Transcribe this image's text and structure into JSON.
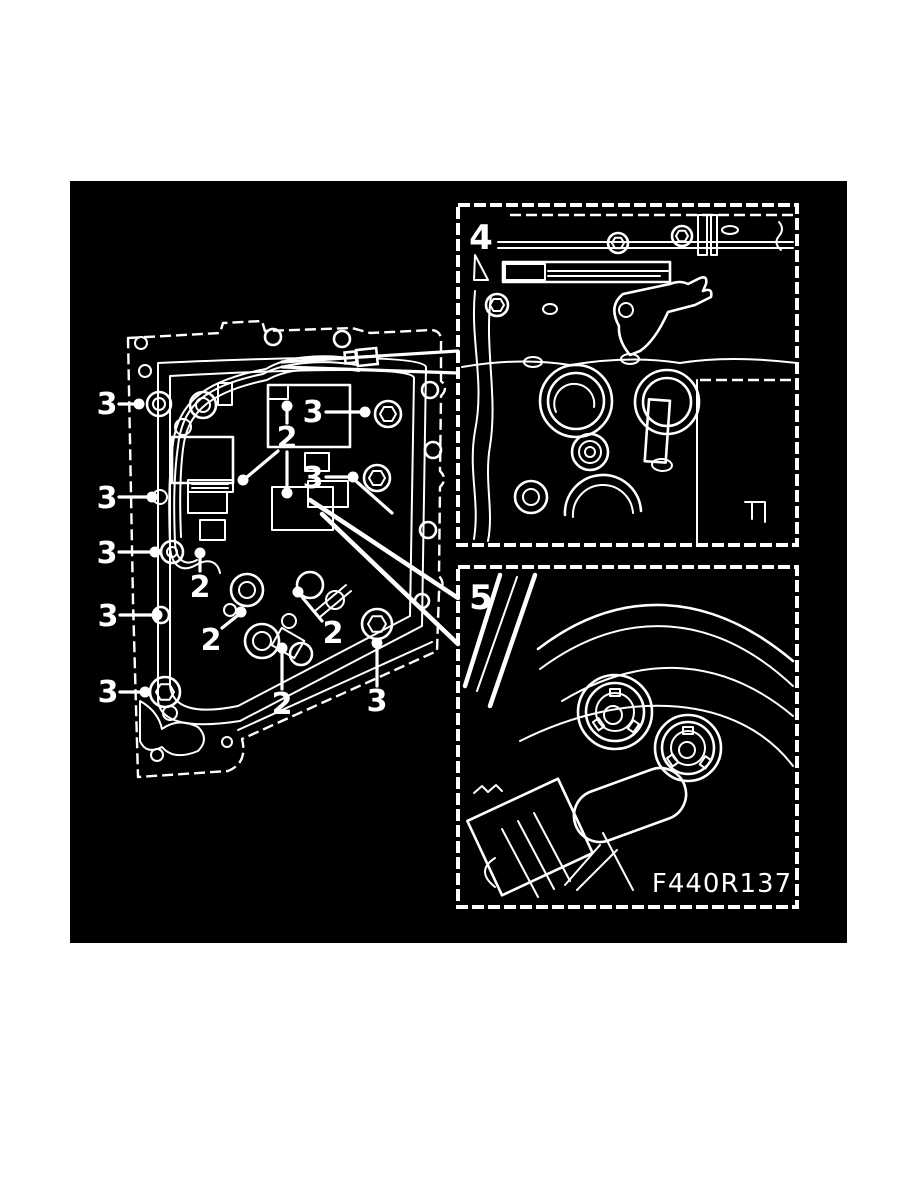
{
  "figure": {
    "colors": {
      "page": "#ffffff",
      "background": "#000000",
      "ink": "#ffffff"
    },
    "insets": {
      "top_label": "4",
      "bottom_label": "5"
    },
    "code": "F440R137",
    "callouts": {
      "threes": [
        "3",
        "3",
        "3",
        "3",
        "3",
        "3",
        "3",
        "3"
      ],
      "twos": [
        "2",
        "2",
        "2",
        "2",
        "2"
      ]
    }
  }
}
